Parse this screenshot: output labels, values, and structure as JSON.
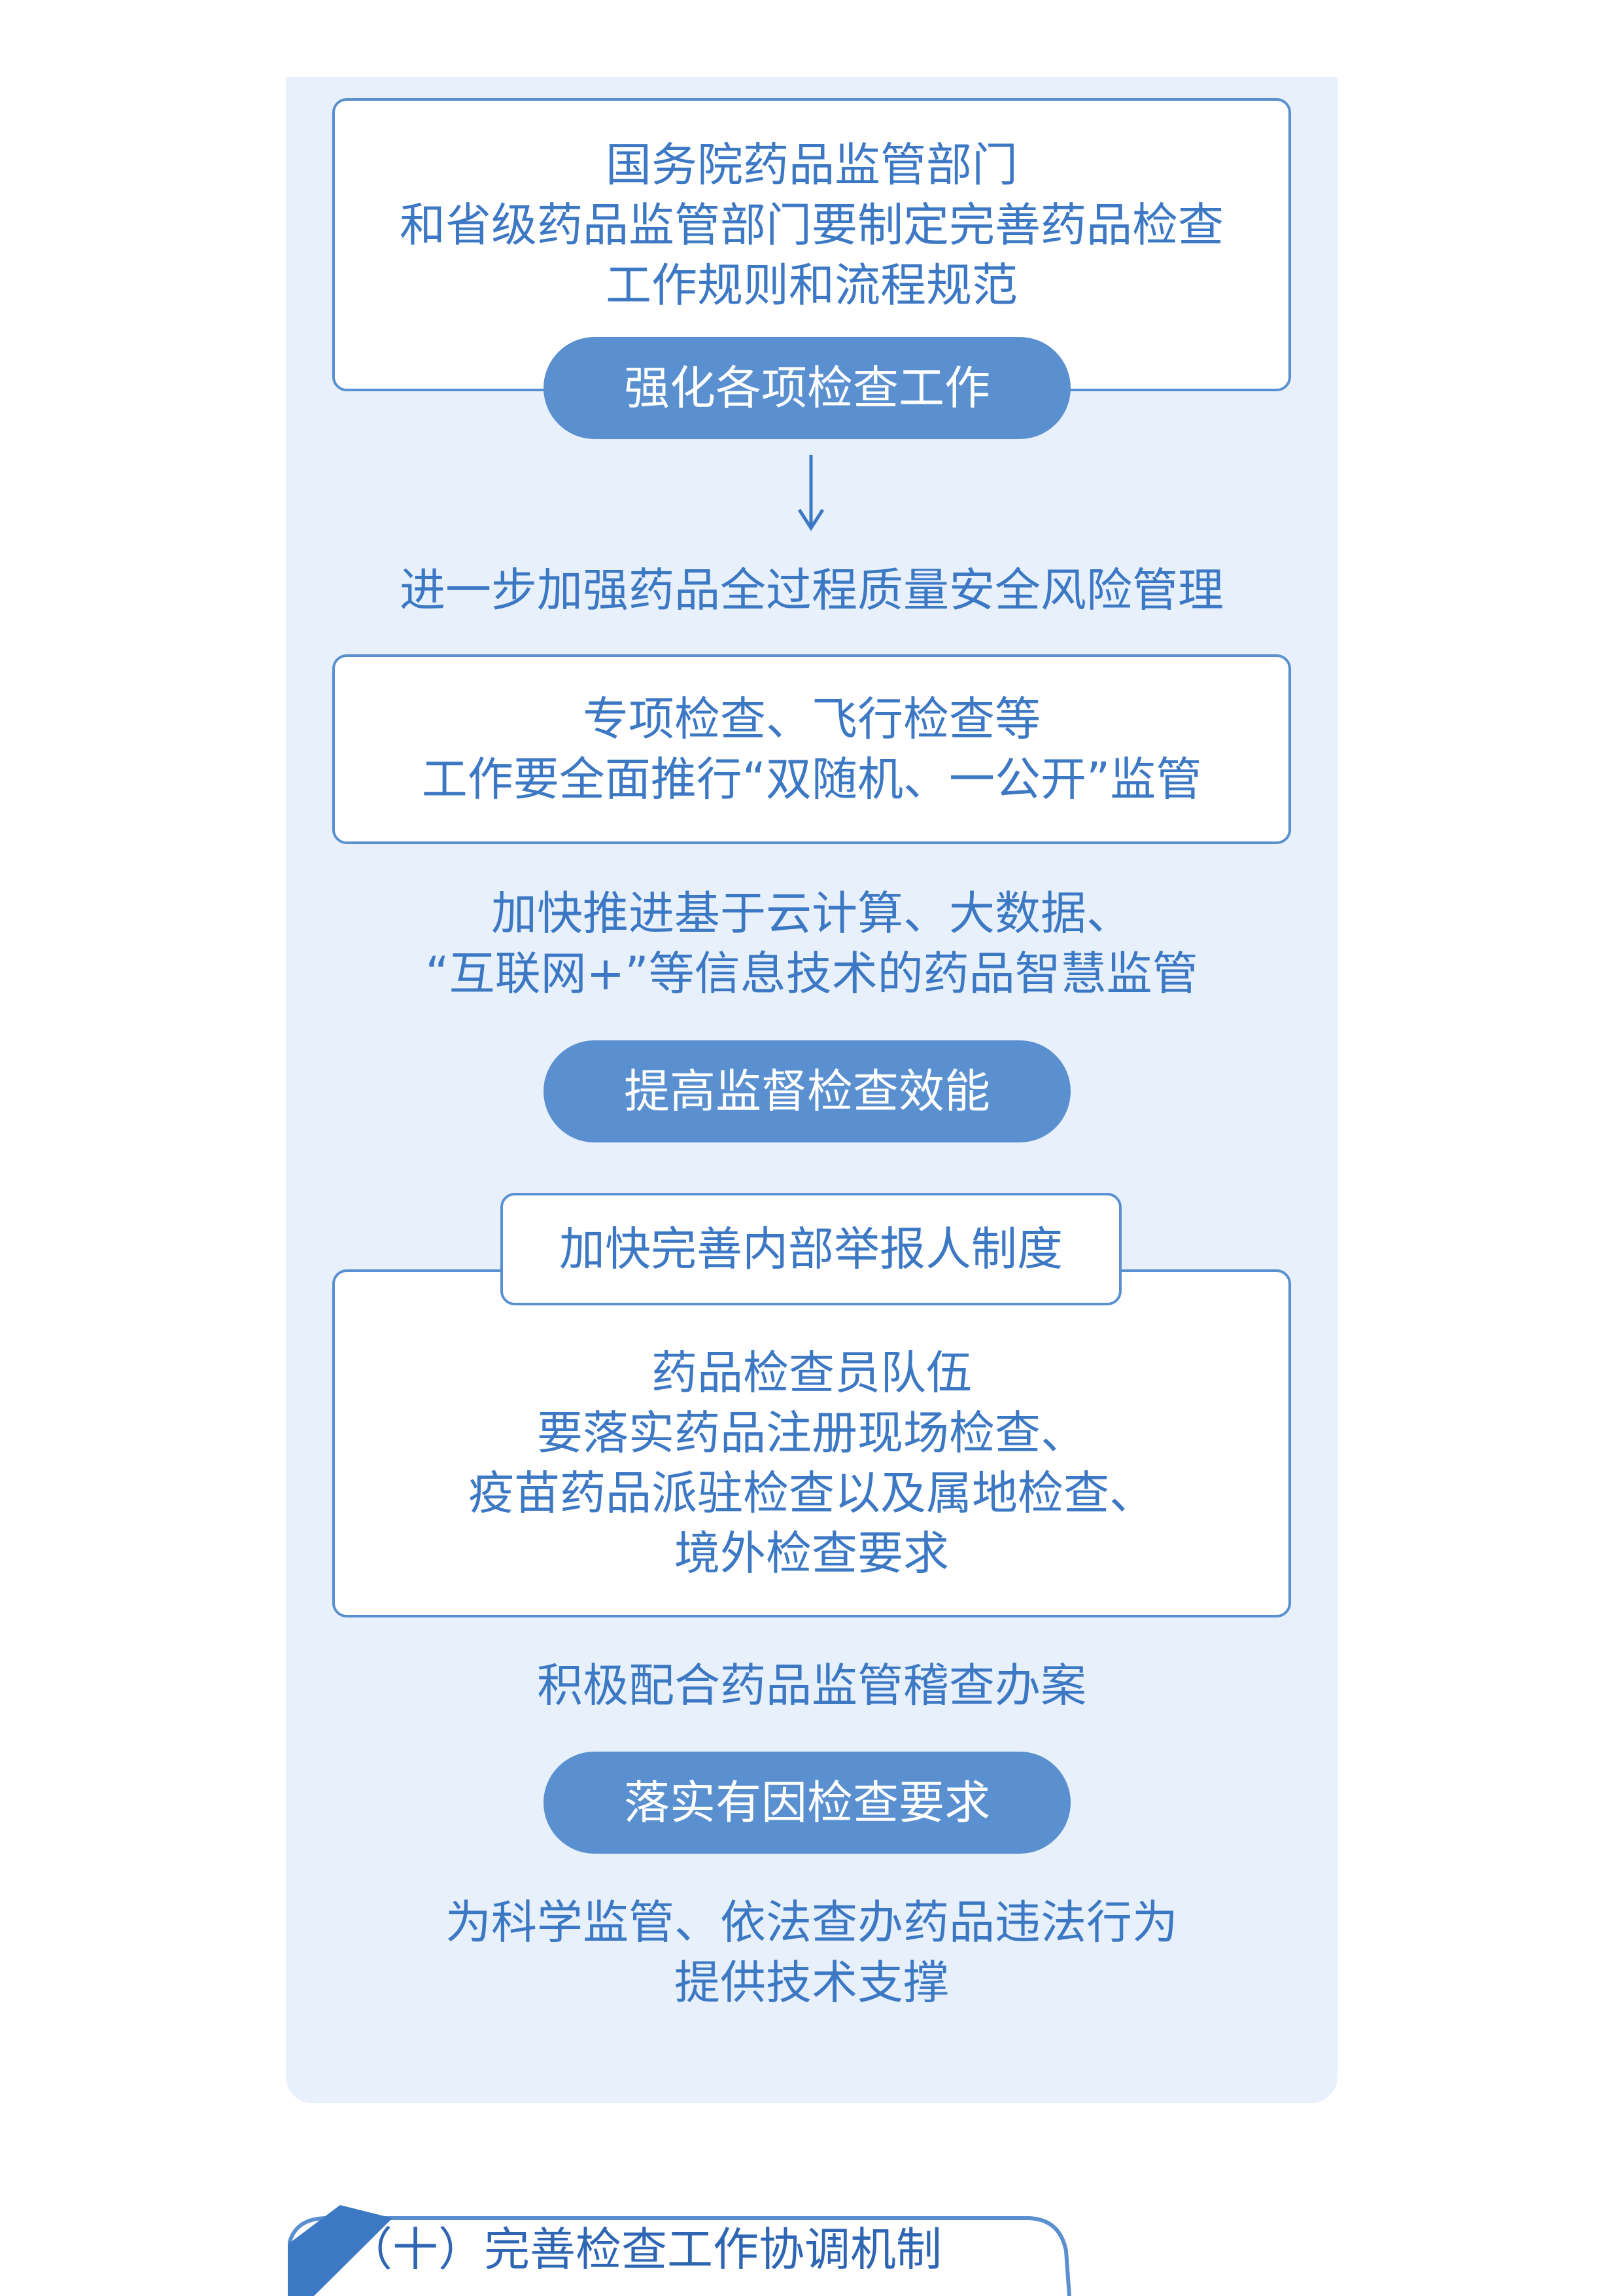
{
  "colors": {
    "panel": "#e7f0fb",
    "accent": "#5a90cf",
    "text": "#3c78c3",
    "pill": "#5a90cf",
    "pill_text": "#ffffff"
  },
  "box1": {
    "lines": [
      "国务院药品监管部门",
      "和省级药品监管部门要制定完善药品检查",
      "工作规则和流程规范"
    ]
  },
  "pill1": {
    "label": "强化各项检查工作"
  },
  "arrow": {
    "icon": "down-arrow-icon"
  },
  "text1": "进一步加强药品全过程质量安全风险管理",
  "box2": {
    "lines": [
      "专项检查、飞行检查等",
      "工作要全面推行“双随机、一公开”监管"
    ]
  },
  "text2": {
    "lines": [
      "加快推进基于云计算、大数据、",
      "“互联网+”等信息技术的药品智慧监管"
    ]
  },
  "pill2": {
    "label": "提高监督检查效能"
  },
  "tag3": "加快完善内部举报人制度",
  "box3": {
    "lines": [
      "药品检查员队伍",
      "要落实药品注册现场检查、",
      "疫苗药品派驻检查以及属地检查、",
      "境外检查要求"
    ]
  },
  "text3": "积极配合药品监管稽查办案",
  "pill3": {
    "label": "落实有因检查要求"
  },
  "text4": {
    "lines": [
      "为科学监管、依法查办药品违法行为",
      "提供技术支撑"
    ]
  },
  "next_section": {
    "label": "（十）完善检查工作协调机制"
  }
}
